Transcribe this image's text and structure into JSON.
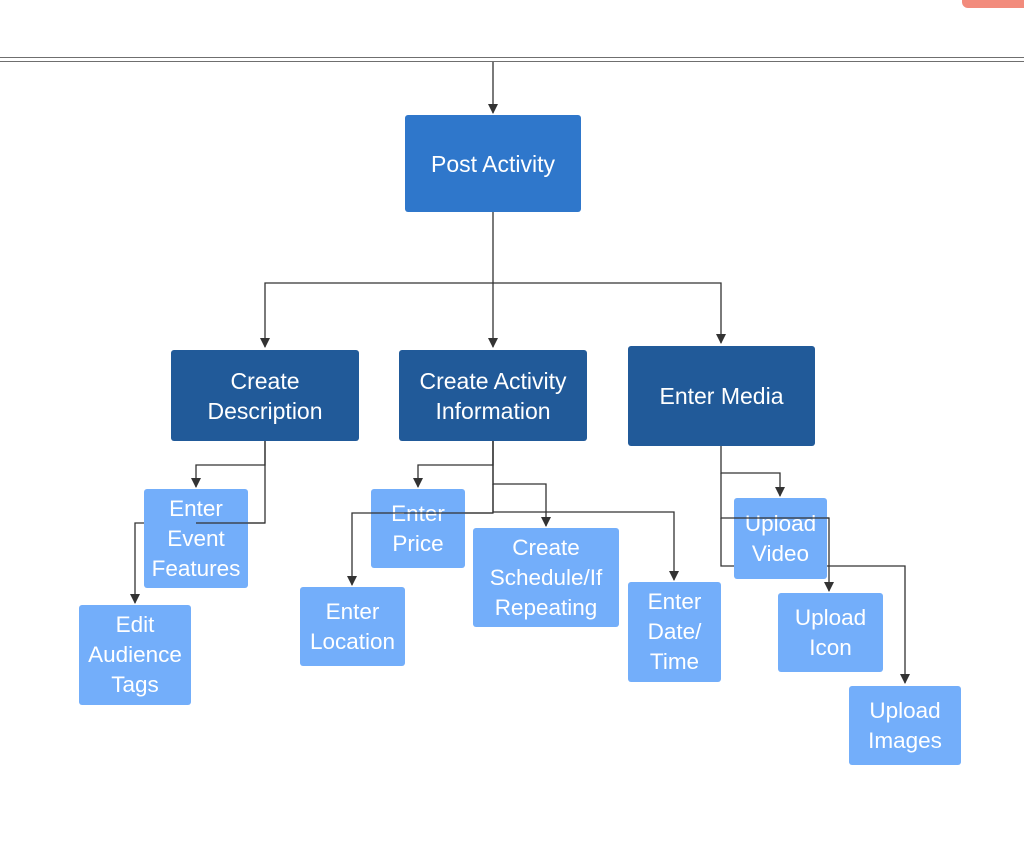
{
  "diagram": {
    "root": {
      "label": "Post Activity"
    },
    "categories": [
      {
        "label": "Create\nDescription"
      },
      {
        "label": "Create Activity\nInformation"
      },
      {
        "label": "Enter Media"
      }
    ],
    "tasks": {
      "description": [
        {
          "label": "Enter\nEvent\nFeatures"
        },
        {
          "label": "Edit\nAudience\nTags"
        }
      ],
      "information": [
        {
          "label": "Enter\nPrice"
        },
        {
          "label": "Enter\nLocation"
        },
        {
          "label": "Create\nSchedule/If\nRepeating"
        },
        {
          "label": "Enter\nDate/\nTime"
        }
      ],
      "media": [
        {
          "label": "Upload\nVideo"
        },
        {
          "label": "Upload\nIcon"
        },
        {
          "label": "Upload\nImages"
        }
      ]
    }
  },
  "colors": {
    "root": "#2f77cb",
    "category": "#215a99",
    "task": "#73aefa",
    "connector": "#333333",
    "accent_tab": "#f28b7c"
  }
}
